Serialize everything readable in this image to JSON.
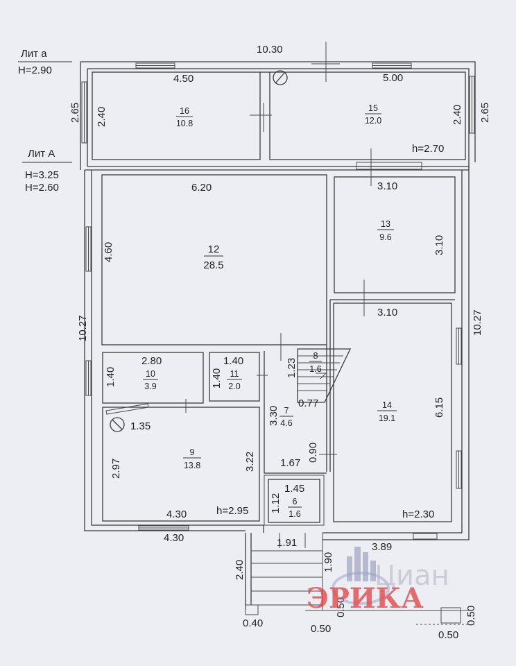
{
  "lit_a": {
    "name": "Лит а",
    "height": "H=2.90"
  },
  "lit_A": {
    "name": "Лит А",
    "height1": "H=3.25",
    "height2": "H=2.60"
  },
  "dims": {
    "top_total": "10.30",
    "r16_w": "4.50",
    "r16_h_out": "2.65",
    "r16_h_in": "2.40",
    "r15_w": "5.00",
    "r15_h_in": "2.40",
    "r15_h_out": "2.65",
    "r15_ceiling": "h=2.70",
    "r12_w": "6.20",
    "r12_h": "4.60",
    "r13_w": "3.10",
    "r13_h": "3.10",
    "r14_w": "3.10",
    "r14_h": "6.15",
    "r14_ceiling": "h=2.30",
    "r14_bottom": "3.89",
    "left_total": "10.27",
    "right_total": "10.27",
    "r10_w": "2.80",
    "r10_h": "1.40",
    "r11_w": "1.40",
    "r11_h": "1.40",
    "r8_h": "1.23",
    "r8_w": "0.77",
    "r7_h": "3.30",
    "r7_w": "1.67",
    "r7_door": "0.90",
    "r9_top": "1.35",
    "r9_h_left": "2.97",
    "r9_h_right": "3.22",
    "r9_w_in": "4.30",
    "r9_ceiling": "h=2.95",
    "r9_w_out": "4.30",
    "r6_w": "1.45",
    "r6_h": "1.12",
    "r6_bottom": "1.91",
    "porch_h": "2.40",
    "porch_step": "1.90",
    "porch_040": "0.40",
    "porch_050a": "0.50",
    "porch_050b": "0.50",
    "porch_050c": "0.50",
    "porch_050d": "0.50"
  },
  "rooms": [
    {
      "num": "16",
      "area": "10.8"
    },
    {
      "num": "15",
      "area": "12.0"
    },
    {
      "num": "12",
      "area": "28.5"
    },
    {
      "num": "13",
      "area": "9.6"
    },
    {
      "num": "14",
      "area": "19.1"
    },
    {
      "num": "10",
      "area": "3.9"
    },
    {
      "num": "11",
      "area": "2.0"
    },
    {
      "num": "8",
      "area": "1.6"
    },
    {
      "num": "7",
      "area": "4.6"
    },
    {
      "num": "9",
      "area": "13.8"
    },
    {
      "num": "6",
      "area": "1.6"
    }
  ],
  "watermark": {
    "brand": "ЭРИКА",
    "back": "Циан"
  },
  "colors": {
    "paper": "#eceef3",
    "ink": "#222222",
    "wall": "#3a3a3a",
    "watermark": "#e04848"
  }
}
